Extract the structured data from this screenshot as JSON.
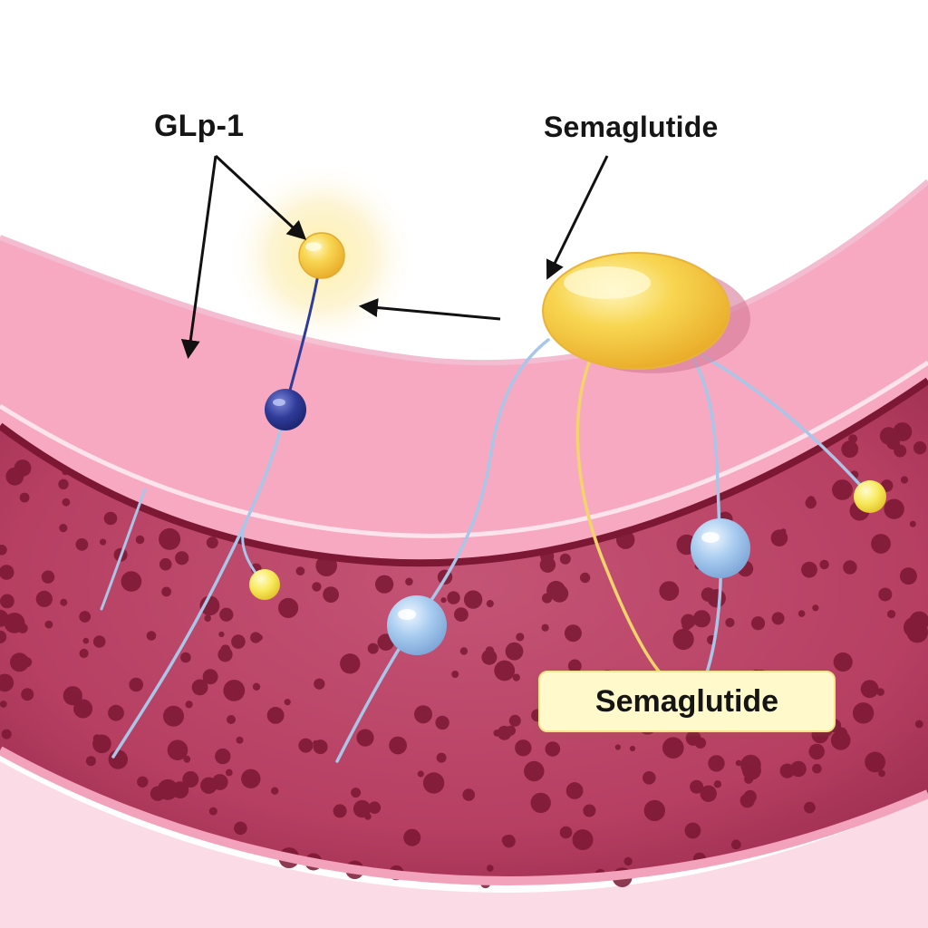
{
  "labels": {
    "glp1": "GLp-1",
    "semaglutide_top": "Semaglutide",
    "semaglutide_box": "Semaglutide"
  },
  "colors": {
    "background": "#ffffff",
    "membrane_outer": "#f7a8c0",
    "membrane_inner": "#b8405e",
    "tissue_dark": "#8c1f3e",
    "molecule_yellow": "#f7d24a",
    "receptor_blue_light": "#a8cdf0",
    "receptor_blue_dark": "#2e3a94",
    "strand_blue": "#a9c6e8",
    "strand_yellow": "#f3d36b",
    "label_box_fill": "#fff9cc",
    "arrow": "#111111"
  },
  "icons": [
    "glp1-molecule-icon",
    "semaglutide-molecule-icon",
    "receptor-node-icon",
    "arrow-icon"
  ]
}
